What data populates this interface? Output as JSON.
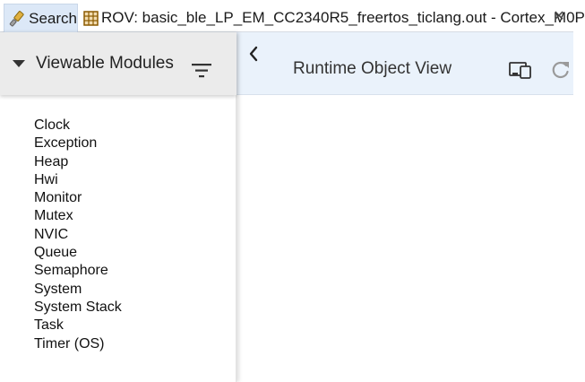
{
  "tabs": [
    {
      "label": "Search",
      "icon": "flashlight-icon",
      "active": true
    },
    {
      "label": "ROV: basic_ble_LP_EM_CC2340R5_freertos_ticlang.out - Cortex_M0P",
      "icon": "table-grid-icon",
      "active": false
    }
  ],
  "close_glyph": "✕",
  "left_panel": {
    "title": "Viewable Modules",
    "modules": [
      "Clock",
      "Exception",
      "Heap",
      "Hwi",
      "Monitor",
      "Mutex",
      "NVIC",
      "Queue",
      "Semaphore",
      "System",
      "System Stack",
      "Task",
      "Timer (OS)"
    ]
  },
  "right_panel": {
    "title": "Runtime Object View"
  },
  "colors": {
    "active_tab_bg": "#dce8f7",
    "left_header_bg": "#ebebeb",
    "right_header_bg": "#eaf2fb",
    "grid_icon": "#8b5a00"
  }
}
